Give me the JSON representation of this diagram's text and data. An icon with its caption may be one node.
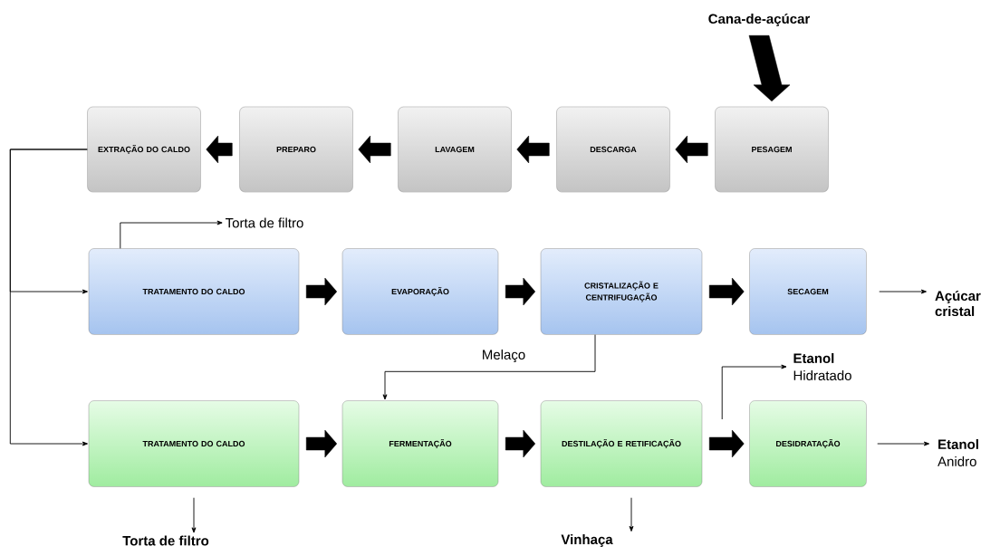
{
  "diagram": {
    "nodes": [
      {
        "text": [
          "Cana-de-açúcar"
        ]
      },
      {
        "text": [
          "PESAGEM"
        ]
      },
      {
        "text": [
          "DESCARGA"
        ]
      },
      {
        "text": [
          "LAVAGEM"
        ]
      },
      {
        "text": [
          "PREPARO"
        ]
      },
      {
        "text": [
          "EXTRAÇÃO DO CALDO"
        ]
      },
      {
        "text": [
          "Torta de filtro"
        ]
      },
      {
        "text": [
          "TRATAMENTO DO CALDO"
        ]
      },
      {
        "text": [
          "EVAPORAÇÃO"
        ]
      },
      {
        "text": [
          "CRISTALIZAÇÃO E CENTRIFUGAÇÃO"
        ]
      },
      {
        "text": [
          "SECAGEM"
        ]
      },
      {
        "text": [
          "Açúcar cristal"
        ]
      },
      {
        "text": [
          "TRATAMENTO DO CALDO"
        ]
      },
      {
        "text": [
          "FERMENTAÇÃO"
        ]
      },
      {
        "text": [
          "DESTILAÇÃO E RETIFICAÇÃO"
        ]
      },
      {
        "text": [
          "DESIDRATAÇÃO"
        ]
      },
      {
        "text": [
          "Etanol",
          "Hidratado"
        ]
      },
      {
        "text": [
          "Etanol",
          "Anidro"
        ]
      },
      {
        "text": [
          "Torta de filtro"
        ]
      },
      {
        "text": [
          "Vinhaça"
        ]
      }
    ],
    "edges": [
      {
        "from": 0,
        "to": 1,
        "arrow": "to",
        "style": "thick"
      },
      {
        "from": 1,
        "to": 2,
        "arrow": "to",
        "style": "thick"
      },
      {
        "from": 2,
        "to": 3,
        "arrow": "to",
        "style": "thick"
      },
      {
        "from": 3,
        "to": 4,
        "arrow": "to",
        "style": "thick"
      },
      {
        "from": 4,
        "to": 5,
        "arrow": "to",
        "style": "thick"
      },
      {
        "from": 5,
        "to": 7,
        "arrow": "to"
      },
      {
        "from": 5,
        "to": 12,
        "arrow": "to"
      },
      {
        "from": 7,
        "to": 6,
        "arrow": "to"
      },
      {
        "from": 7,
        "to": 8,
        "arrow": "to",
        "style": "thick"
      },
      {
        "from": 8,
        "to": 9,
        "arrow": "to",
        "style": "thick"
      },
      {
        "from": 9,
        "to": 10,
        "arrow": "to",
        "style": "thick"
      },
      {
        "from": 10,
        "to": 11,
        "arrow": "to"
      },
      {
        "from": 9,
        "to": 13,
        "arrow": "to",
        "label": "Melaço"
      },
      {
        "from": 12,
        "to": 13,
        "arrow": "to",
        "style": "thick"
      },
      {
        "from": 13,
        "to": 14,
        "arrow": "to",
        "style": "thick"
      },
      {
        "from": 14,
        "to": 15,
        "arrow": "to",
        "style": "thick"
      },
      {
        "from": 14,
        "to": 16,
        "arrow": "to"
      },
      {
        "from": 15,
        "to": 17,
        "arrow": "to"
      },
      {
        "from": 12,
        "to": 18,
        "arrow": "to"
      },
      {
        "from": 14,
        "to": 19,
        "arrow": "to"
      }
    ]
  }
}
